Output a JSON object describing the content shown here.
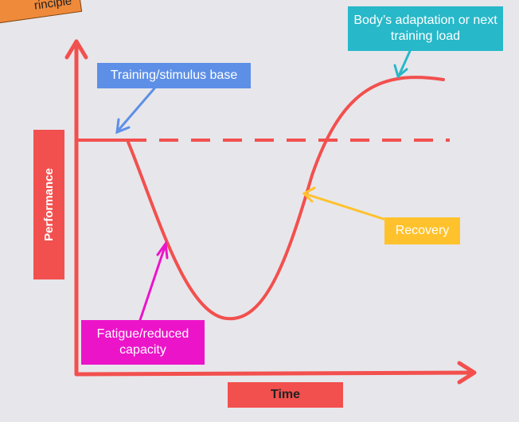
{
  "title_tag": "rinciple",
  "labels": {
    "base": "Training/stimulus base",
    "adaptation": "Body’s adaptation or next training load",
    "recovery": "Recovery",
    "fatigue": "Fatigue/reduced capacity",
    "time": "Time",
    "performance": "Performance"
  },
  "colors": {
    "curve": "#f2504e",
    "axis": "#f2504e",
    "base_arrow": "#5d8fe6",
    "adaptation_arrow": "#27b8c9",
    "recovery_arrow": "#ffc22c",
    "fatigue_arrow": "#ec14c9",
    "title_tag": "#ef8a3a"
  }
}
